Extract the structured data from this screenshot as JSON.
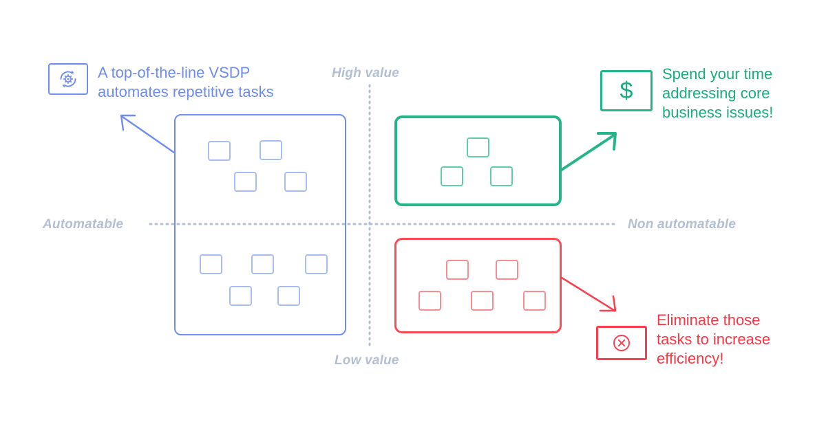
{
  "axes": {
    "high_value": "High value",
    "low_value": "Low value",
    "automatable": "Automatable",
    "non_automatable": "Non automatable",
    "line_color": "#b4bfd4"
  },
  "quadrants": {
    "top_left": {
      "name": "automatable-high-value",
      "color": "#6e8cf2",
      "task_count": 4
    },
    "bottom_left": {
      "name": "automatable-low-value",
      "color": "#6e8cf2",
      "task_count": 5
    },
    "top_right": {
      "name": "non-automatable-high-value",
      "color": "#25b58b",
      "task_count": 3
    },
    "bottom_right": {
      "name": "non-automatable-low-value",
      "color": "#fa4a57",
      "task_count": 5
    }
  },
  "callouts": {
    "automate": {
      "icon": "automation-gear-icon",
      "text": "A top-of-the-line VSDP\nautomates repetitive tasks",
      "color": "#6e8cf2"
    },
    "core_business": {
      "icon": "dollar-icon",
      "glyph": "$",
      "text": "Spend your time\naddressing core\nbusiness issues!",
      "color": "#1aab7e"
    },
    "eliminate": {
      "icon": "circle-x-icon",
      "text": "Eliminate those\ntasks to increase\nefficiency!",
      "color": "#fb3543"
    }
  },
  "arrows": {
    "automate_arrow_color": "#6e8cf2",
    "core_arrow_color": "#25b58b",
    "eliminate_arrow_color": "#fa3f4e"
  }
}
